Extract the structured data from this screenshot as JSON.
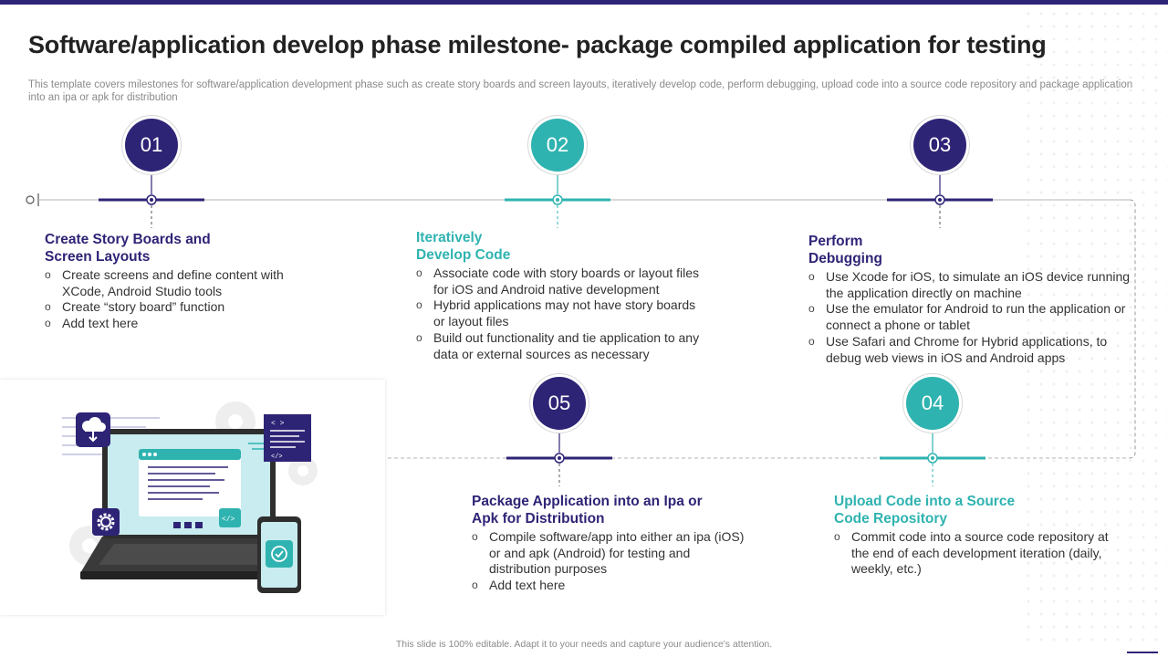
{
  "header": {
    "title": "Software/application develop phase milestone- package compiled application for testing",
    "subtitle": "This template covers milestones for software/application development phase such as create story boards and screen layouts, iteratively develop code, perform debugging, upload code into a source code repository and package application into an ipa or apk for distribution"
  },
  "colors": {
    "navy": "#2e2476",
    "teal": "#2fb3b0"
  },
  "steps": [
    {
      "number": "01",
      "title": "Create Story Boards and Screen Layouts",
      "color": "navy",
      "items": [
        "Create screens and define content with XCode, Android Studio tools",
        "Create “story board” function",
        "Add text here"
      ]
    },
    {
      "number": "02",
      "title": "Iteratively Develop Code",
      "color": "teal",
      "items": [
        "Associate code with story boards or layout files for iOS and Android native development",
        "Hybrid applications may not have story boards or layout files",
        "Build out functionality and tie application to any data or external sources as necessary"
      ]
    },
    {
      "number": "03",
      "title": "Perform Debugging",
      "color": "navy",
      "items": [
        "Use Xcode for iOS, to simulate an iOS device running the application directly on machine",
        "Use the emulator for Android to run the application or connect a phone or tablet",
        "Use Safari and Chrome for Hybrid applications, to debug web views in iOS and Android apps"
      ]
    },
    {
      "number": "04",
      "title": "Upload Code into a Source Code Repository",
      "color": "teal",
      "items": [
        "Commit code into a source code repository at the end of each development iteration (daily, weekly, etc.)"
      ]
    },
    {
      "number": "05",
      "title": "Package Application into an Ipa or Apk for Distribution",
      "color": "navy",
      "items": [
        "Compile software/app into either an ipa (iOS) or and apk (Android) for testing and distribution purposes",
        "Add text here"
      ]
    }
  ],
  "illustration": {
    "icons": [
      "cloud-download-icon",
      "code-document-icon",
      "gear-icon",
      "code-tag-icon",
      "check-badge-icon",
      "laptop-icon",
      "smartphone-icon"
    ],
    "code_badge_label": "</>",
    "doc_header_label": "< >",
    "doc_footer_label": "</>"
  },
  "footer": {
    "note": "This slide is 100% editable. Adapt it to your needs and capture your audience's attention."
  }
}
